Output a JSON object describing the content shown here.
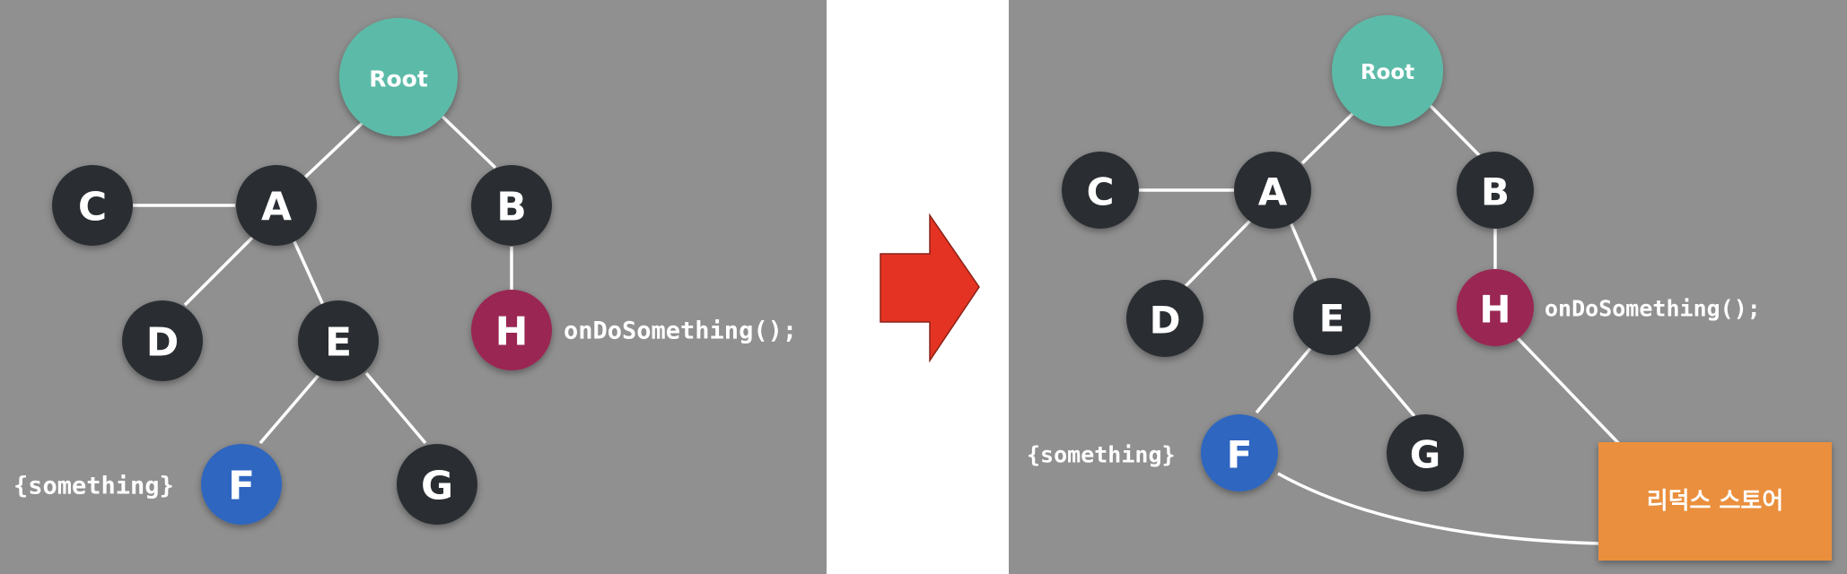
{
  "colors": {
    "panel_bg": "#909090",
    "node_dark": "#2a2e33",
    "node_root": "#5bbba8",
    "node_h": "#9a2852",
    "node_f": "#2f66c0",
    "store": "#ea8f3e",
    "arrow": "#e43323",
    "edge": "#ffffff"
  },
  "nodes": {
    "root": "Root",
    "a": "A",
    "b": "B",
    "c": "C",
    "d": "D",
    "e": "E",
    "f": "F",
    "g": "G",
    "h": "H"
  },
  "labels": {
    "action": "onDoSomething();",
    "state": "{something}",
    "store": "리덕스 스토어"
  },
  "transition_arrow": "right-arrow-icon"
}
